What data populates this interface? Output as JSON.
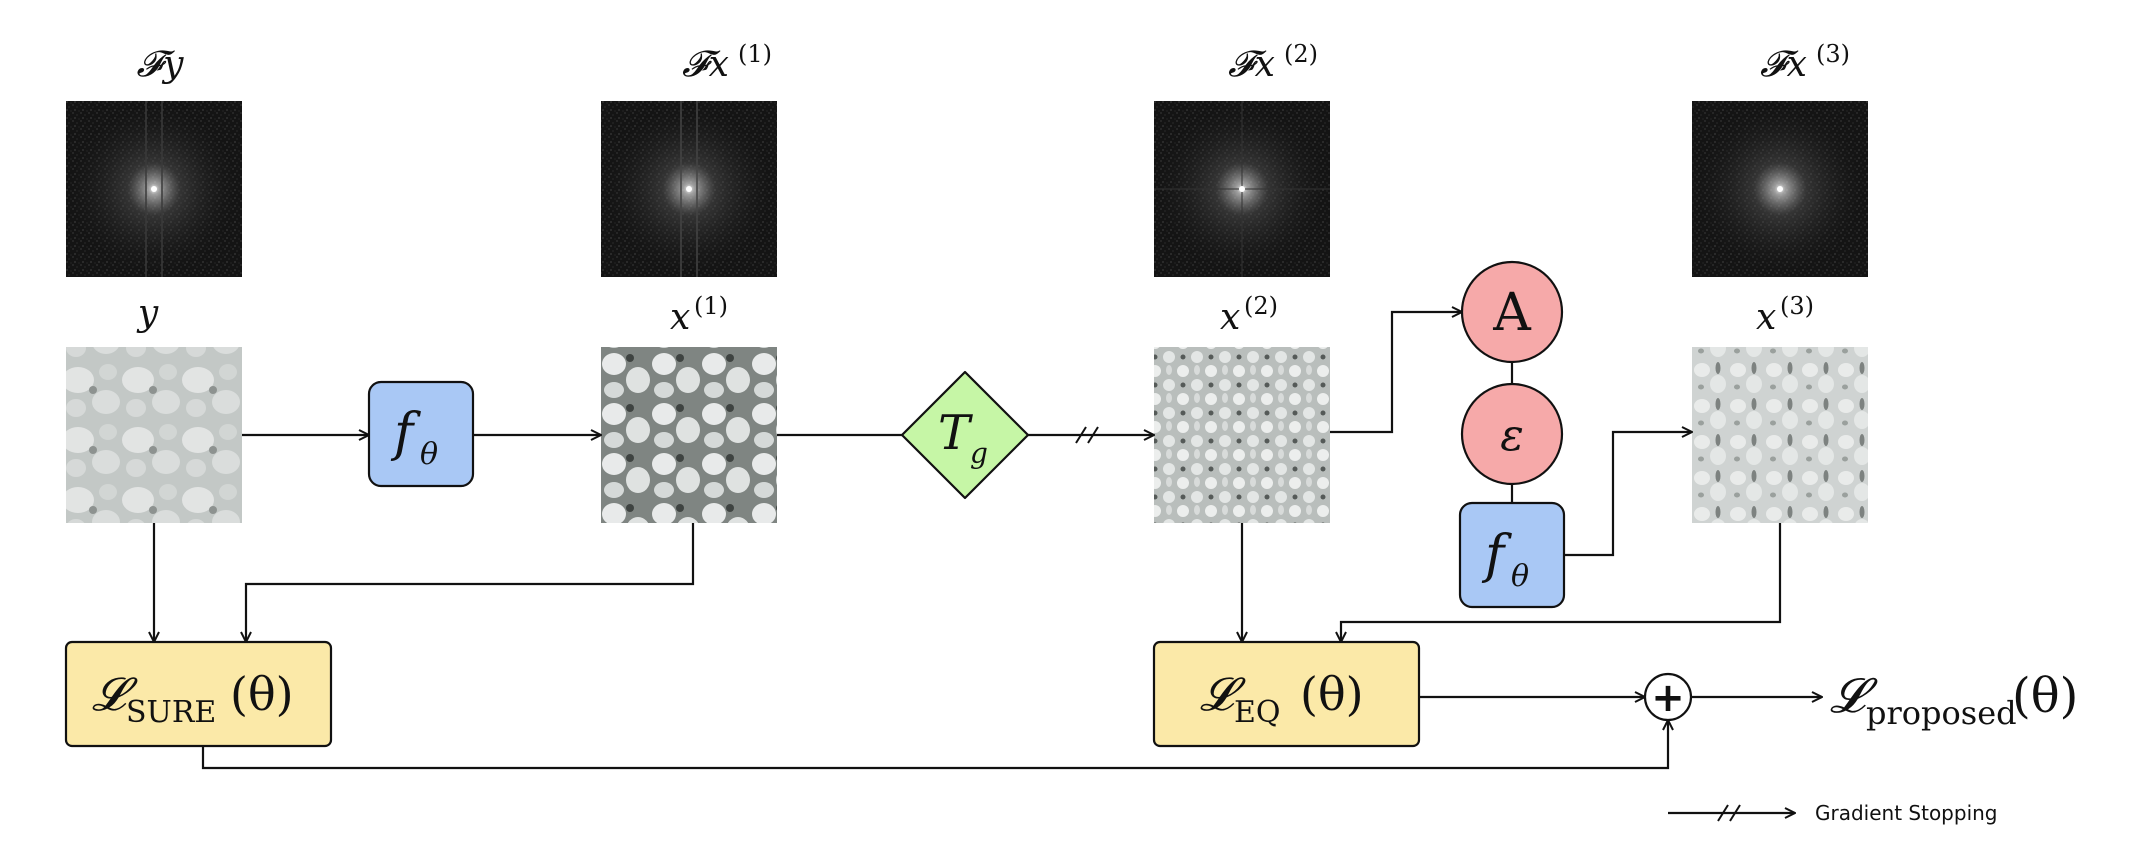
{
  "spectra": {
    "fy": "𝓕y",
    "fx1": "𝓕x",
    "fx1_sup": "(1)",
    "fx2": "𝓕x",
    "fx2_sup": "(2)",
    "fx3": "𝓕x",
    "fx3_sup": "(3)"
  },
  "images": {
    "y": "y",
    "x1": "x",
    "x1_sup": "(1)",
    "x2": "x",
    "x2_sup": "(2)",
    "x3": "x",
    "x3_sup": "(3)"
  },
  "nodes": {
    "f_theta_1": "f",
    "f_theta_1_sub": "θ",
    "t_g": "T",
    "t_g_sub": "g",
    "a": "A",
    "epsilon": "ε",
    "f_theta_2": "f",
    "f_theta_2_sub": "θ"
  },
  "losses": {
    "sure": "𝓛",
    "sure_sub": "SURE",
    "sure_arg": "(θ)",
    "eq": "𝓛",
    "eq_sub": "EQ",
    "eq_arg": "(θ)",
    "proposed": "𝓛",
    "proposed_sub": "proposed",
    "proposed_arg": "(θ)",
    "sum_symbol": "+"
  },
  "legend": {
    "gradient_stopping": "Gradient Stopping"
  },
  "colors": {
    "blue_box": "#a9c8f5",
    "green_diamond": "#c6f6a6",
    "red_circle": "#f6a9a9",
    "yellow_box": "#fbe9a8",
    "spectrum_bg": "#141414",
    "texture_bg": "#c9cdcc"
  }
}
